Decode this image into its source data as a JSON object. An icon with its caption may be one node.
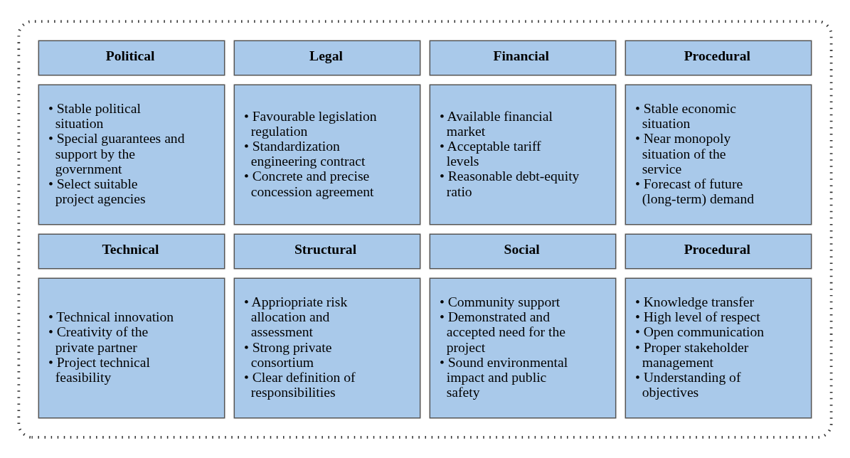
{
  "diagram": {
    "nodes": [
      {
        "text": [],
        "shape": "box"
      },
      {
        "text": [
          "Procedural"
        ],
        "in": 0
      },
      {
        "text": [
          "Financial"
        ],
        "in": 0
      },
      {
        "text": [
          "Legal"
        ],
        "in": 0
      },
      {
        "text": [
          "Political"
        ],
        "in": 0
      },
      {
        "text": [
          "• Stable economic situation",
          "• Near monopoly situation of the service",
          "• Forecast of future (long-term) demand"
        ],
        "in": 0
      },
      {
        "text": [
          "• Available financial market",
          "• Acceptable tariff levels",
          "• Reasonable debt-equity ratio"
        ],
        "in": 0
      },
      {
        "text": [
          "• Favourable legislation regulation",
          "• Standardization engineering contract",
          "• Concrete and precise concession agreement"
        ],
        "in": 0
      },
      {
        "text": [
          "• Stable political situation",
          "• Special guarantees and support by the government",
          "• Select suitable project agencies"
        ],
        "in": 0
      },
      {
        "text": [
          "Procedural"
        ],
        "in": 0
      },
      {
        "text": [
          "Social"
        ],
        "in": 0
      },
      {
        "text": [
          "Structural"
        ],
        "in": 0
      },
      {
        "text": [
          "Technical"
        ],
        "in": 0
      },
      {
        "text": [
          "• Knowledge transfer",
          "• High level of respect",
          "• Open communication",
          "• Proper stakeholder management",
          "• Understanding of objectives"
        ],
        "in": 0
      },
      {
        "text": [
          "• Community support",
          "• Demonstrated and accepted need for the project",
          "• Sound environmental impact and public safety"
        ],
        "in": 0
      },
      {
        "text": [
          "• Appriopriate risk allocation and assessment",
          "• Strong private consortium",
          "• Clear definition of responsibilities"
        ],
        "in": 0
      },
      {
        "text": [
          "• Technical innovation",
          "• Creativity of the private partner",
          "• Project technical feasibility"
        ],
        "in": 0
      }
    ],
    "edges": []
  }
}
